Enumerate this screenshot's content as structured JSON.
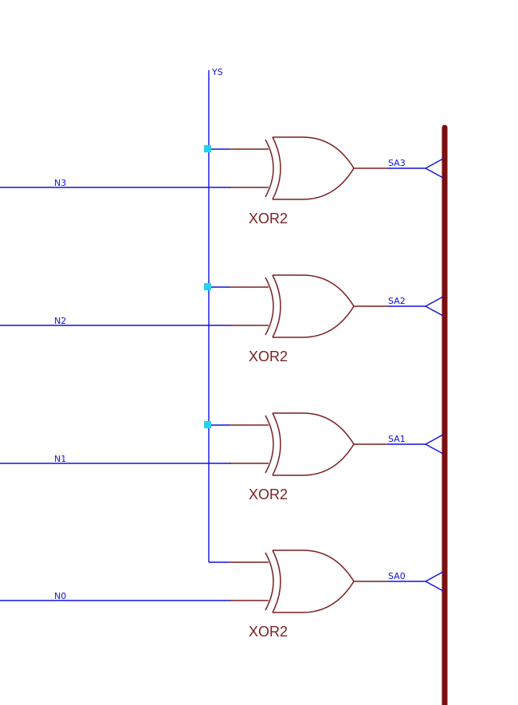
{
  "diagram": {
    "select_net": "YS",
    "gates": [
      {
        "type": "XOR2",
        "input_net": "N3",
        "output_net": "SA3"
      },
      {
        "type": "XOR2",
        "input_net": "N2",
        "output_net": "SA2"
      },
      {
        "type": "XOR2",
        "input_net": "N1",
        "output_net": "SA1"
      },
      {
        "type": "XOR2",
        "input_net": "N0",
        "output_net": "SA0"
      }
    ],
    "colors": {
      "wire": "#1010e0",
      "gate": "#7a1f1f",
      "bus": "#7a1010",
      "junction": "#22d3ee",
      "background": "#ffffff"
    }
  }
}
